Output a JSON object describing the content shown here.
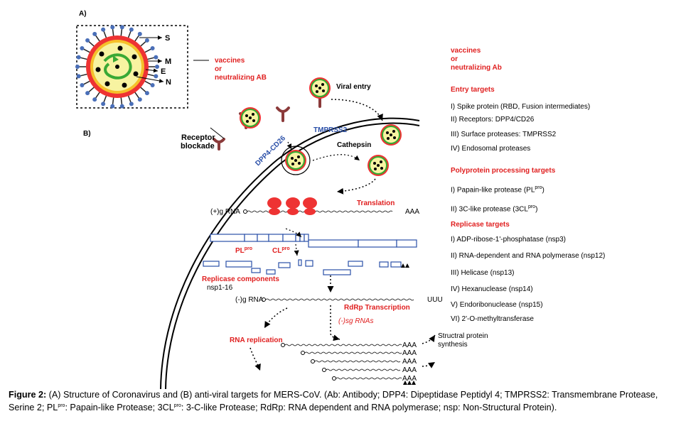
{
  "panel_a_label": "A)",
  "panel_b_label": "B)",
  "virion_labels": {
    "s": "S",
    "m": "M",
    "e": "E",
    "n": "N"
  },
  "vaccine_left": {
    "line1": "vaccines",
    "line2": "or",
    "line3": "neutralizing AB"
  },
  "diagram_labels": {
    "viral_entry": "Viral entry",
    "receptor_blockade_1": "Receptor",
    "receptor_blockade_2": "blockade",
    "tmprss2": "TMPRSS2",
    "dpp4": "DPP4-CD26",
    "cathepsin": "Cathepsin",
    "translation": "Translation",
    "genome_rna": "(+)g RNA",
    "aaa": "AAA",
    "pl": "PL",
    "cl": "CL",
    "pro": "pro",
    "replicase_components": "Replicase components",
    "nsp": "nsp1-16",
    "neg_rna": "(-)g RNA",
    "uuu": "UUU",
    "rdrp": "RdRp Transcription",
    "sg_rnas": "(-)sg RNAs",
    "rna_replication": "RNA replication",
    "structural_1": "Structral protein",
    "structural_2": "synthesis"
  },
  "right_panel": {
    "vaccine": {
      "line1": "vaccines",
      "line2": "or",
      "line3": "neutralizing Ab"
    },
    "entry_heading": "Entry targets",
    "entry_items": [
      "I) Spike protein (RBD, Fusion intermediates)",
      "II) Receptors: DPP4/CD26",
      "III) Surface proteases: TMPRSS2",
      "IV) Endosomal proteases"
    ],
    "polyprotein_heading": "Polyprotein processing targets",
    "polyprotein_items": [
      {
        "pre": "I) Papain-like protease (PL",
        "sup": "pro",
        "post": ")"
      },
      {
        "pre": "II) 3C-like protease (3CL",
        "sup": "pro",
        "post": ")"
      }
    ],
    "replicase_heading": "Replicase targets",
    "replicase_items": [
      "I) ADP-ribose-1'-phosphatase (nsp3)",
      "II) RNA-dependent and RNA polymerase (nsp12)",
      "III) Helicase (nsp13)",
      "IV) Hexanuclease (nsp14)",
      "V) Endoribonuclease (nsp15)",
      "VI) 2'-O-methyltransferase"
    ]
  },
  "caption": {
    "bold": "Figure 2:",
    "part1": " (A) Structure of Coronavirus and (B) anti-viral targets for MERS-CoV. (Ab: Antibody; DPP4: Dipeptidase Peptidyl 4; TMPRSS2: Transmembrane Protease, Serine 2; PL",
    "sup1": "pro",
    "part2": ": Papain-like Protease; 3CL",
    "sup2": "pro",
    "part3": ": 3-C-like Protease; RdRp: RNA dependent and RNA polymerase; nsp: Non-Structural Protein)."
  },
  "colors": {
    "red": "#e02020",
    "blue": "#2a4fa8",
    "yellow": "#f7f3a1",
    "green": "#39a935"
  }
}
